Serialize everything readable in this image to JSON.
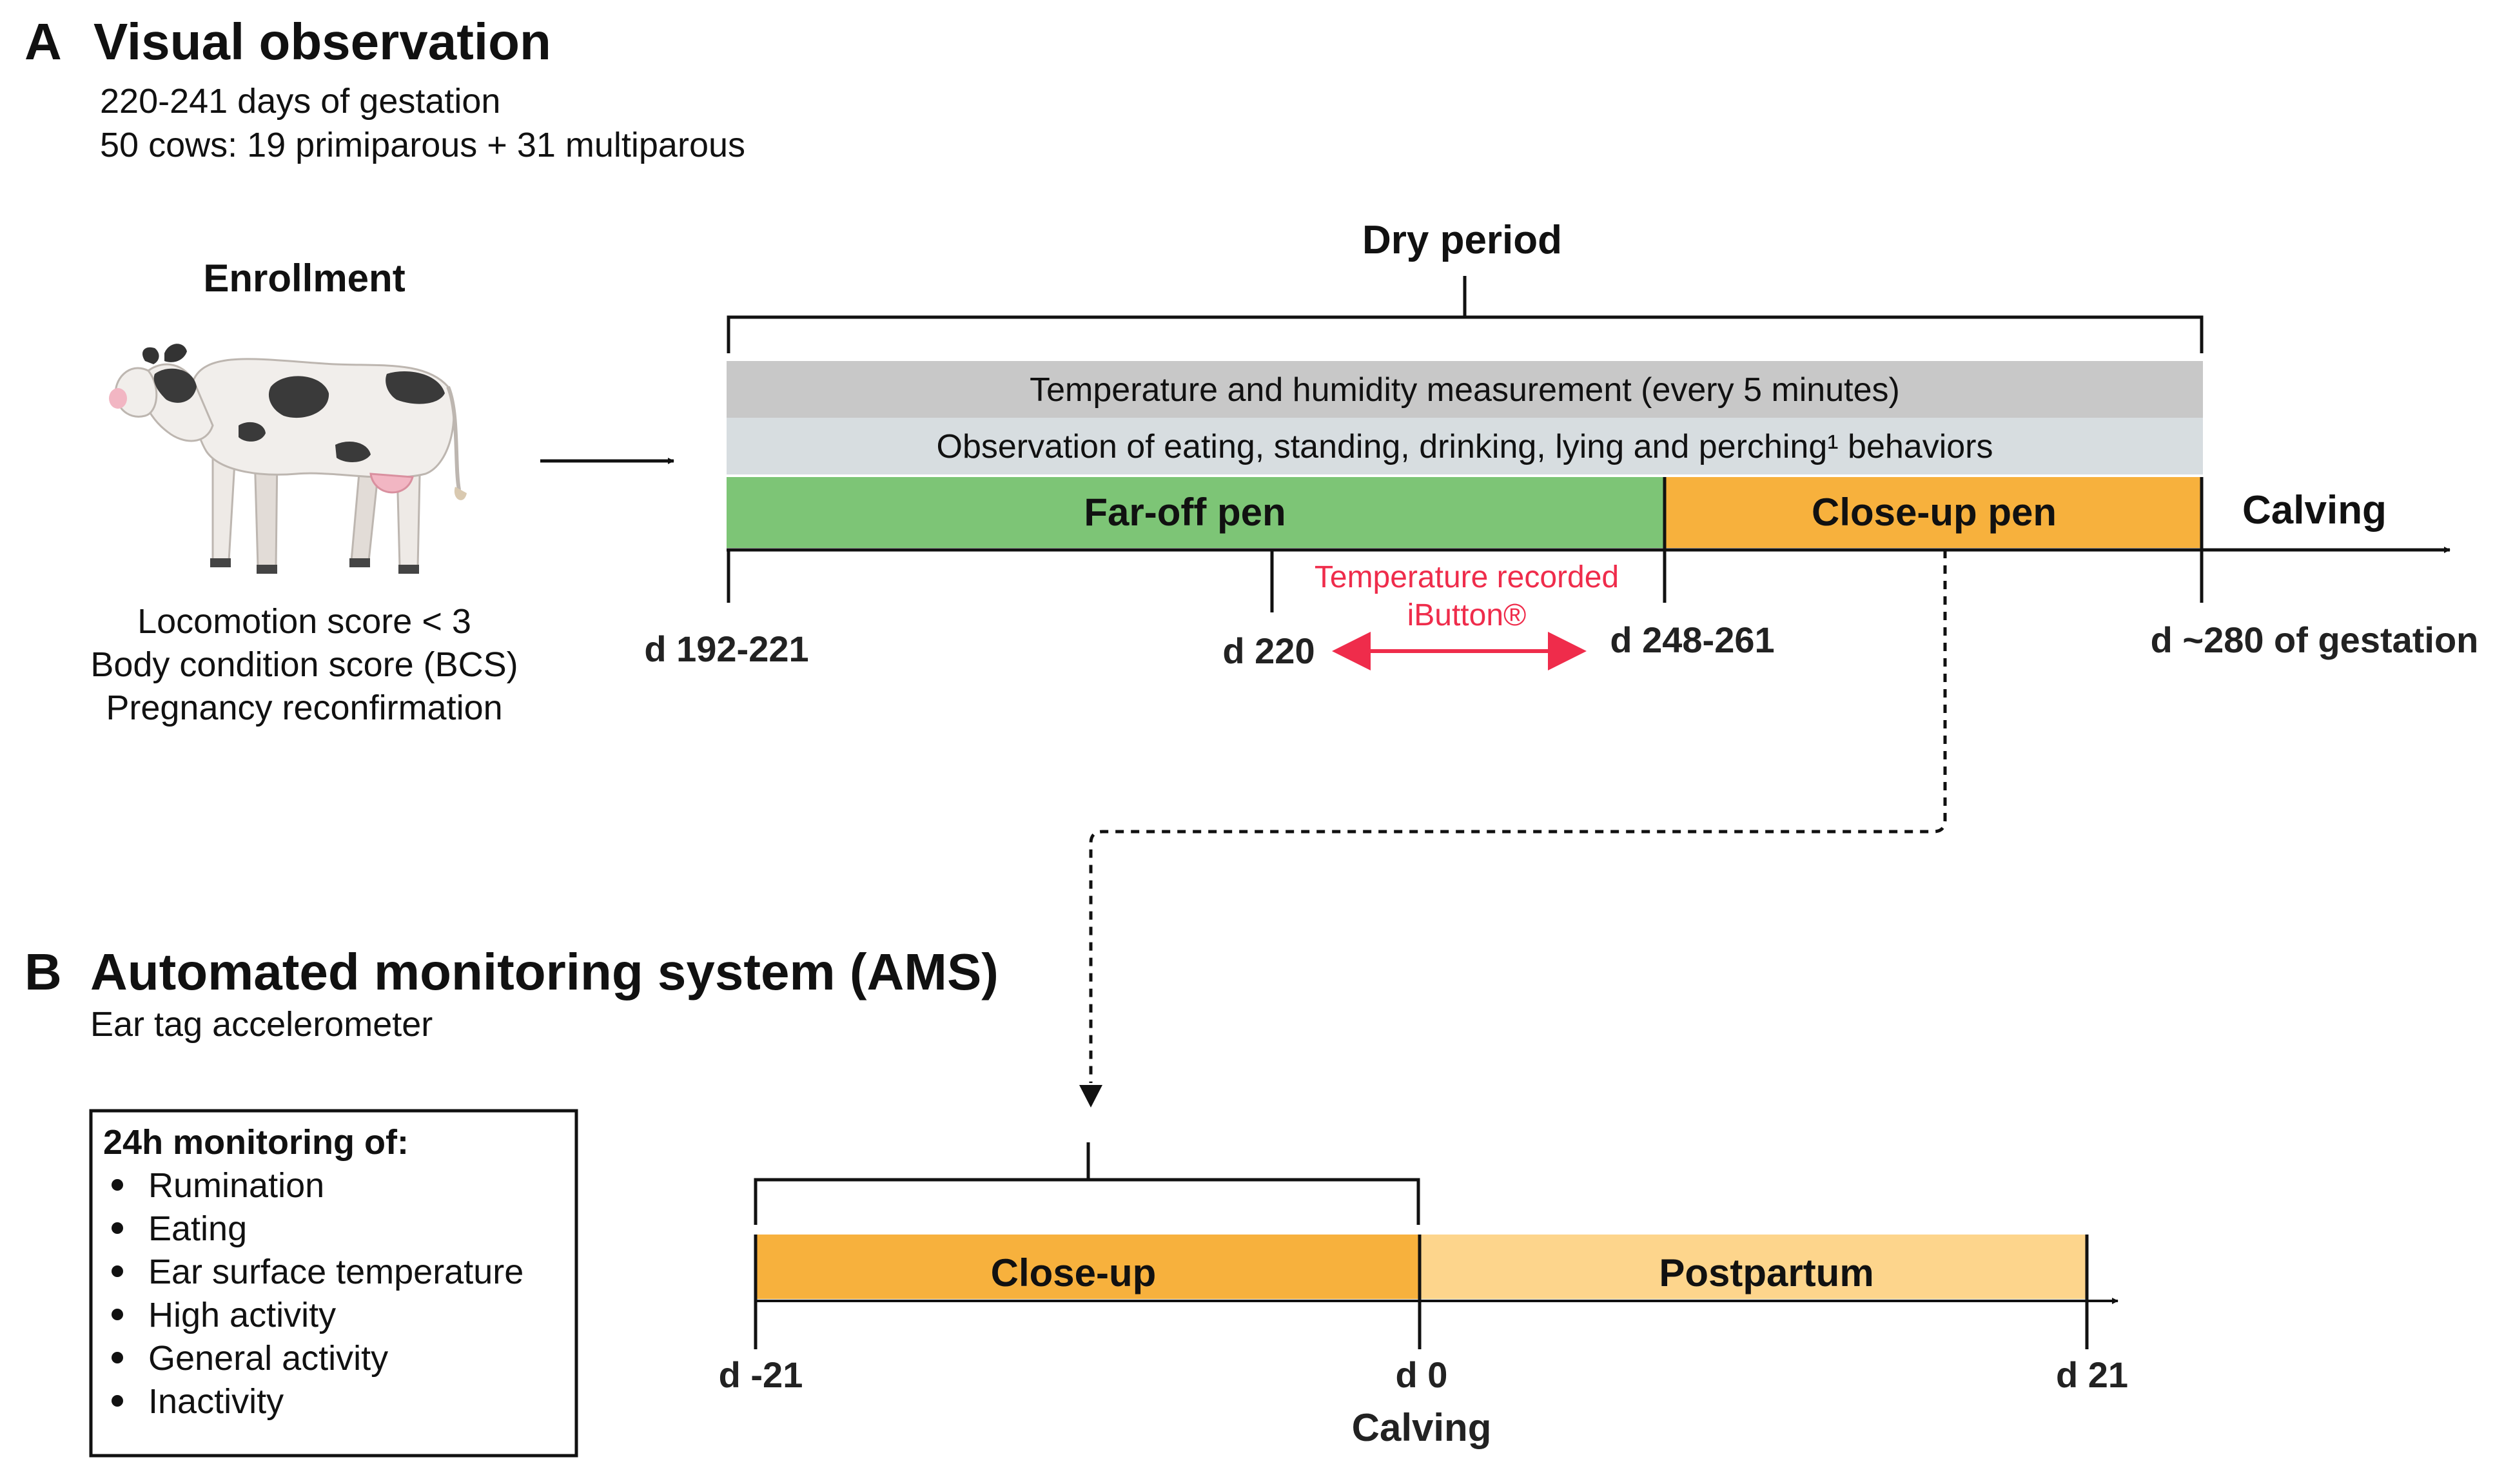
{
  "colors": {
    "temp_band": "#c8c8c8",
    "obs_band": "#d7dde0",
    "far_off": "#7dc576",
    "close_up": "#f7b13d",
    "postpartum": "#fdd58c",
    "ibutton_red": "#ef2c4b",
    "line": "#111111"
  },
  "section_a": {
    "letter": "A",
    "title": "Visual observation",
    "subtitle_1": "220-241 days of gestation",
    "subtitle_2": "50 cows: 19 primiparous + 31 multiparous"
  },
  "enrollment": {
    "title": "Enrollment",
    "criteria": [
      "Locomotion score < 3",
      "Body condition score (BCS)",
      "Pregnancy reconfirmation"
    ],
    "image": "holstein-cow-icon"
  },
  "timeline_a": {
    "dry_period_label": "Dry period",
    "temp_band_label": "Temperature and humidity measurement (every 5 minutes)",
    "obs_band_label": "Observation of eating, standing, drinking, lying and perching¹ behaviors",
    "far_off_label": "Far-off pen",
    "close_up_label": "Close-up pen",
    "calving_label": "Calving",
    "ibutton_line_1": "Temperature recorded",
    "ibutton_line_2": "iButton®",
    "ticks": {
      "start": "d 192-221",
      "d220": "d 220",
      "mid": "d 248-261",
      "end": "d ~280 of gestation"
    }
  },
  "section_b": {
    "letter": "B",
    "title": "Automated monitoring system (AMS)",
    "subtitle": "Ear tag accelerometer"
  },
  "monitoring": {
    "heading": "24h monitoring of:",
    "items": [
      "Rumination",
      "Eating",
      "Ear surface temperature",
      "High activity",
      "General activity",
      "Inactivity"
    ]
  },
  "timeline_b": {
    "close_up_label": "Close-up",
    "postpartum_label": "Postpartum",
    "ticks": {
      "start": "d -21",
      "zero": "d 0",
      "end": "d 21"
    },
    "calving_label": "Calving"
  }
}
